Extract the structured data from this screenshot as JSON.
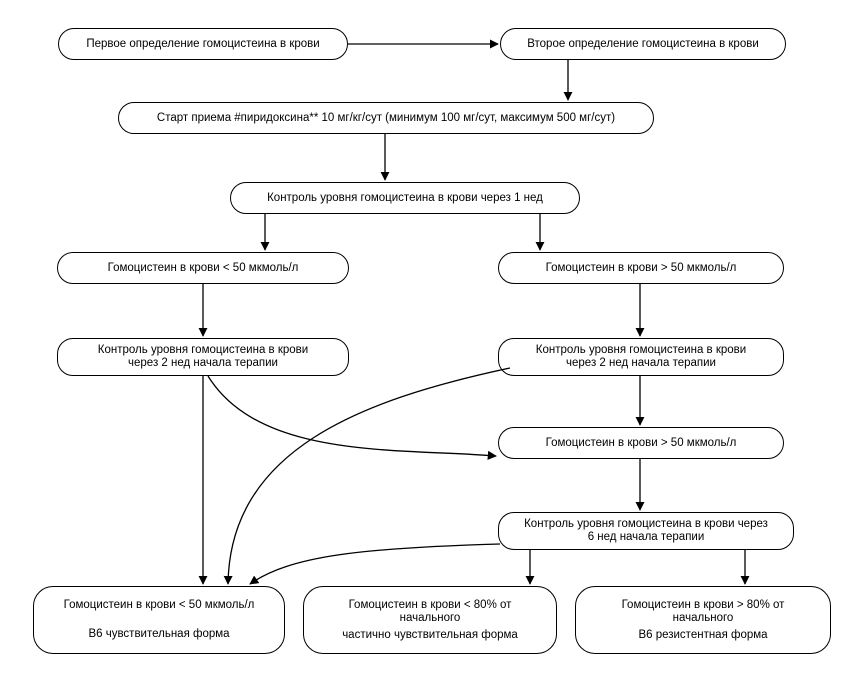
{
  "nodes": {
    "n1": {
      "lines": [
        "Первое определение гомоцистеина в крови"
      ]
    },
    "n2": {
      "lines": [
        "Второе определение гомоцистеина в крови"
      ]
    },
    "n3": {
      "lines": [
        "Старт приема #пиридоксина** 10 мг/кг/сут (минимум 100 мг/сут, максимум 500 мг/сут)"
      ]
    },
    "n4": {
      "lines": [
        "Контроль уровня гомоцистеина в крови через 1 нед"
      ]
    },
    "n5": {
      "lines": [
        "Гомоцистеин в крови < 50 мкмоль/л"
      ]
    },
    "n6": {
      "lines": [
        "Гомоцистеин в крови > 50 мкмоль/л"
      ]
    },
    "n7": {
      "lines": [
        "Контроль уровня гомоцистеина в крови",
        "через 2 нед начала терапии"
      ]
    },
    "n8": {
      "lines": [
        "Контроль уровня гомоцистеина в крови",
        "через 2 нед начала терапии"
      ]
    },
    "n9": {
      "lines": [
        "Гомоцистеин в крови > 50 мкмоль/л"
      ]
    },
    "n10": {
      "lines": [
        "Контроль уровня гомоцистеина в крови через",
        "6 нед начала терапии"
      ]
    },
    "n11": {
      "lines": [
        "Гомоцистеин в крови < 50 мкмоль/л"
      ],
      "sub": "B6 чувствительная форма"
    },
    "n12": {
      "lines": [
        "Гомоцистеин в крови < 80% от",
        "начального"
      ],
      "sub": "частично чувствительная форма"
    },
    "n13": {
      "lines": [
        "Гомоцистеин в крови > 80% от",
        "начального"
      ],
      "sub": "B6 резистентная форма"
    }
  }
}
